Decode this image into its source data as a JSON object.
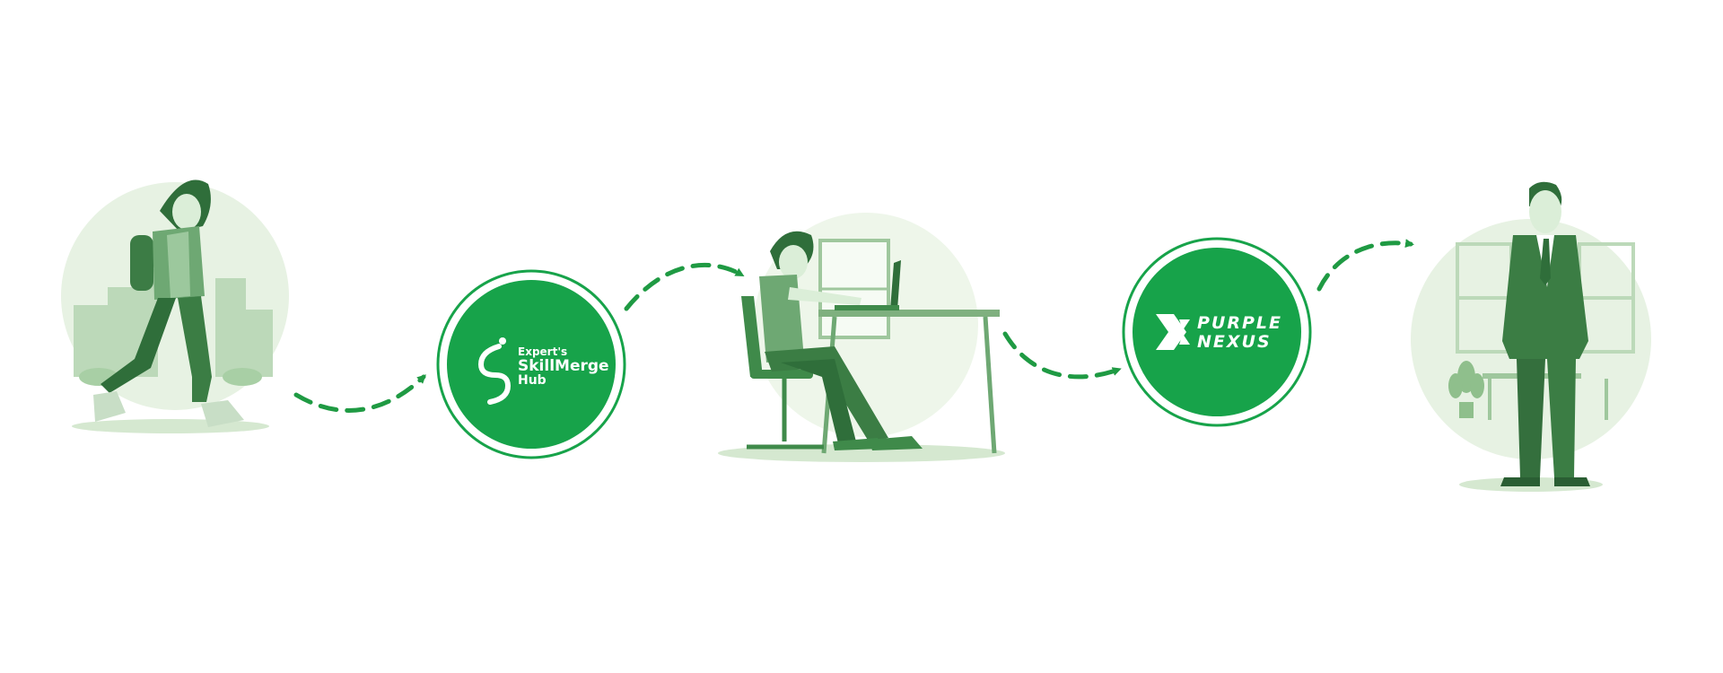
{
  "colors": {
    "brand_green": "#17a34a",
    "illustration_green": "#3f8a4a",
    "soft_green": "#e7f2e3",
    "arrow": "#1f9a43"
  },
  "steps": [
    {
      "kind": "illustration",
      "subject": "student-walking"
    },
    {
      "kind": "logo",
      "line1": "Expert's",
      "line2": "SkillMerge",
      "line3": "Hub"
    },
    {
      "kind": "illustration",
      "subject": "person-working-at-desk"
    },
    {
      "kind": "logo",
      "line1": "PURPLE",
      "line2": "NEXUS"
    },
    {
      "kind": "illustration",
      "subject": "professional-in-suit"
    }
  ],
  "icons": [
    "skillmerge-logo-icon",
    "purple-nexus-logo-icon",
    "dashed-arrow-icon"
  ]
}
